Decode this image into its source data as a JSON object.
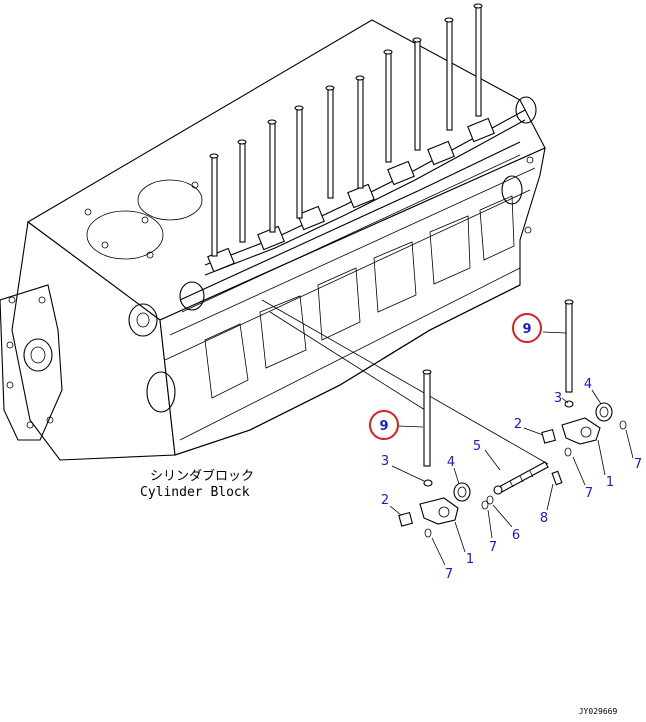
{
  "caption": {
    "japanese": "シリンダブロック",
    "english": "Cylinder Block"
  },
  "drawing_code": "JY029669",
  "callouts": {
    "group_right": {
      "c9": "9",
      "c3": "3",
      "c4": "4",
      "c2": "2",
      "c1": "1",
      "c7a": "7",
      "c7b": "7",
      "c8": "8",
      "c5": "5",
      "c6": "6"
    },
    "group_left": {
      "c9": "9",
      "c3": "3",
      "c4": "4",
      "c2": "2",
      "c1": "1",
      "c7a": "7",
      "c7b": "7"
    }
  },
  "colors": {
    "callout_text": "#1a1ad0",
    "highlight_circle": "#d42020",
    "line": "#000000"
  }
}
